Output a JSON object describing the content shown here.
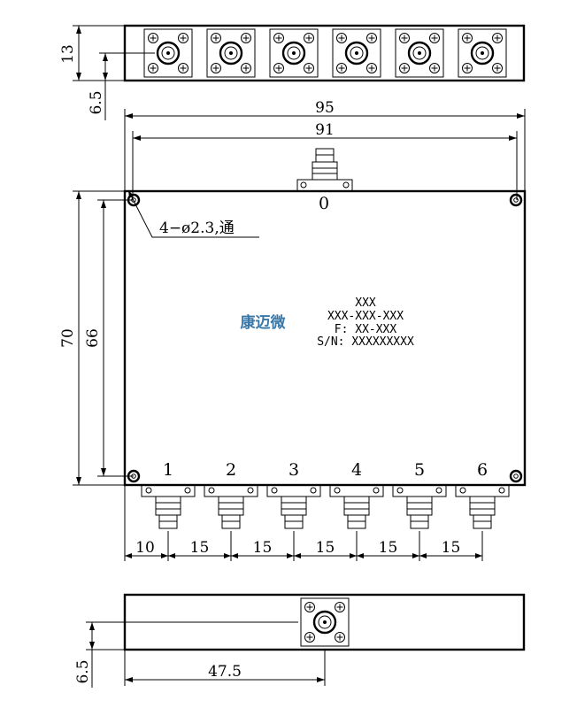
{
  "dimensions": {
    "top_height": "13",
    "top_offset": "6.5",
    "overall_width": "95",
    "hole_spacing_width": "91",
    "overall_height": "70",
    "hole_spacing_height": "66",
    "first_port_offset": "10",
    "port_spacing": "15",
    "bottom_offset": "6.5",
    "input_port_offset": "47.5"
  },
  "hole_note": "4−ø2.3,通",
  "ports": {
    "input": "0",
    "outputs": [
      "1",
      "2",
      "3",
      "4",
      "5",
      "6"
    ]
  },
  "label": {
    "brand": "康迈微",
    "line1": "XXX",
    "line2": "XXX-XXX-XXX",
    "line3": "F: XX-XXX",
    "line4": "S/N: XXXXXXXXX"
  }
}
